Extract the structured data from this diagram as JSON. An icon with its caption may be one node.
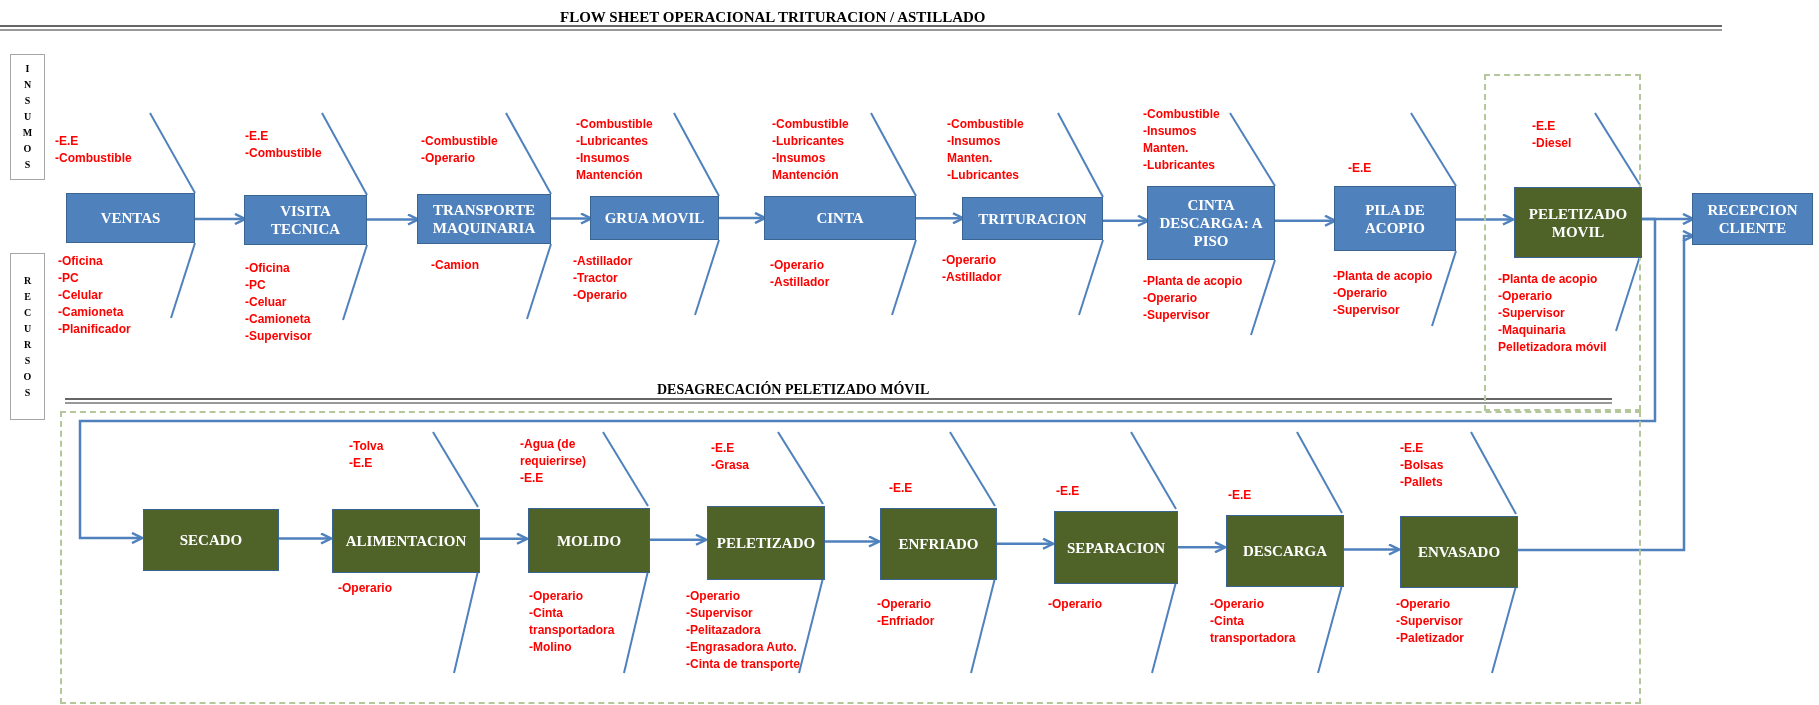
{
  "diagram": {
    "title": "FLOW SHEET OPERACIONAL TRITURACION / ASTILLADO",
    "nodes": [
      {
        "text": [
          "INSUMOS"
        ]
      },
      {
        "text": [
          "RECURSOS"
        ]
      },
      {
        "text": [
          "VENTAS"
        ],
        "beside": [
          "-E.E",
          "-Combustible",
          "-Oficina",
          "-PC",
          "-Celular",
          "-Camioneta",
          "-Planificador"
        ]
      },
      {
        "text": [
          "VISITA TECNICA"
        ],
        "beside": [
          "-E.E",
          "-Combustible",
          "-Oficina",
          "-PC",
          "-Celuar",
          "-Camioneta",
          "-Supervisor"
        ]
      },
      {
        "text": [
          "TRANSPORTE MAQUINARIA"
        ],
        "beside": [
          "-Combustible",
          "-Operario",
          "-Camion"
        ]
      },
      {
        "text": [
          "GRUA MOVIL"
        ],
        "beside": [
          "-Combustible",
          "-Lubricantes",
          "-Insumos Mantención",
          "-Astillador",
          "-Tractor",
          "-Operario"
        ]
      },
      {
        "text": [
          "CINTA"
        ],
        "beside": [
          "-Combustible",
          "-Lubricantes",
          "-Insumos Mantención",
          "-Operario",
          "-Astillador"
        ]
      },
      {
        "text": [
          "TRITURACION"
        ],
        "beside": [
          "-Combustible",
          "-Insumos Manten.",
          "-Lubricantes",
          "-Operario",
          "-Astillador"
        ]
      },
      {
        "text": [
          "CINTA DESCARGA: A PISO"
        ],
        "beside": [
          "-Combustible",
          "-Insumos Manten.",
          "-Lubricantes",
          "-Planta de acopio",
          "-Operario",
          "-Supervisor"
        ]
      },
      {
        "text": [
          "PILA DE ACOPIO"
        ],
        "beside": [
          "-E.E",
          "-Planta de acopio",
          "-Operario",
          "-Supervisor"
        ]
      },
      {
        "text": [],
        "shape": "box"
      },
      {
        "text": [
          "PELETIZADO MOVIL"
        ],
        "in": 10,
        "beside": [
          "-E.E",
          "-Diesel",
          "-Planta de acopio",
          "-Operario",
          "-Supervisor",
          "-Maquinaria Pelletizadora móvil"
        ]
      },
      {
        "text": [
          "RECEPCION CLIENTE"
        ]
      },
      {
        "text": [
          "DESAGRECACIÓN PELETIZADO MÓVIL"
        ]
      },
      {
        "text": [
          "SECADO"
        ],
        "in": 13
      },
      {
        "text": [
          "ALIMENTACION"
        ],
        "in": 13,
        "beside": [
          "-Tolva",
          "-E.E",
          "-Operario"
        ]
      },
      {
        "text": [
          "MOLIDO"
        ],
        "in": 13,
        "beside": [
          "-Agua (de requierirse)",
          "-E.E",
          "-Operario",
          "-Cinta transportadora",
          "-Molino"
        ]
      },
      {
        "text": [
          "PELETIZADO"
        ],
        "in": 13,
        "beside": [
          "-E.E",
          "-Grasa",
          "-Operario",
          "-Supervisor",
          "-Pelitazadora",
          "-Engrasadora Auto.",
          "-Cinta de transporte"
        ]
      },
      {
        "text": [
          "ENFRIADO"
        ],
        "in": 13,
        "beside": [
          "-E.E",
          "-Operario",
          "-Enfriador"
        ]
      },
      {
        "text": [
          "SEPARACION"
        ],
        "in": 13,
        "beside": [
          "-E.E",
          "-Operario"
        ]
      },
      {
        "text": [
          "DESCARGA"
        ],
        "in": 13,
        "beside": [
          "-E.E",
          "-Operario",
          "-Cinta transportadora"
        ]
      },
      {
        "text": [
          "ENVASADO"
        ],
        "in": 13,
        "beside": [
          "-E.E",
          "-Bolsas",
          "-Pallets",
          "-Operario",
          "-Supervisor",
          "-Paletizador"
        ]
      }
    ],
    "edges": [
      {
        "from": 2,
        "to": 3,
        "arrow": "to"
      },
      {
        "from": 3,
        "to": 4,
        "arrow": "to"
      },
      {
        "from": 4,
        "to": 5,
        "arrow": "to"
      },
      {
        "from": 5,
        "to": 6,
        "arrow": "to"
      },
      {
        "from": 6,
        "to": 7,
        "arrow": "to"
      },
      {
        "from": 7,
        "to": 8,
        "arrow": "to"
      },
      {
        "from": 8,
        "to": 9,
        "arrow": "to"
      },
      {
        "from": 9,
        "to": 11,
        "arrow": "to"
      },
      {
        "from": 11,
        "to": 12,
        "arrow": "to"
      },
      {
        "from": 11,
        "to": 14,
        "arrow": "to"
      },
      {
        "from": 14,
        "to": 15,
        "arrow": "to"
      },
      {
        "from": 15,
        "to": 16,
        "arrow": "to"
      },
      {
        "from": 16,
        "to": 17,
        "arrow": "to"
      },
      {
        "from": 17,
        "to": 18,
        "arrow": "to"
      },
      {
        "from": 18,
        "to": 19,
        "arrow": "to"
      },
      {
        "from": 19,
        "to": 20,
        "arrow": "to"
      },
      {
        "from": 20,
        "to": 21,
        "arrow": "to"
      },
      {
        "from": 21,
        "to": 12,
        "arrow": "to"
      }
    ]
  }
}
